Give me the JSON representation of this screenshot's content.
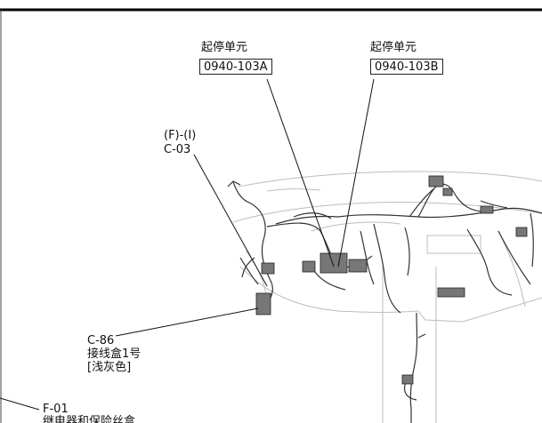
{
  "callouts": {
    "start_stop_a": {
      "title": "起停单元",
      "code": "0940-103A"
    },
    "start_stop_b": {
      "title": "起停单元",
      "code": "0940-103B"
    },
    "c03": {
      "line1": "(F)-(I)",
      "line2": "C-03"
    },
    "c86": {
      "line1": "C-86",
      "line2": "接线盒1号",
      "line3": "[浅灰色]"
    },
    "f01": {
      "line1": "F-01",
      "line2": "继电器和保险丝盒"
    }
  },
  "colors": {
    "ink": "#111111",
    "wire": "#333333",
    "panel": "#b8b8b8"
  }
}
